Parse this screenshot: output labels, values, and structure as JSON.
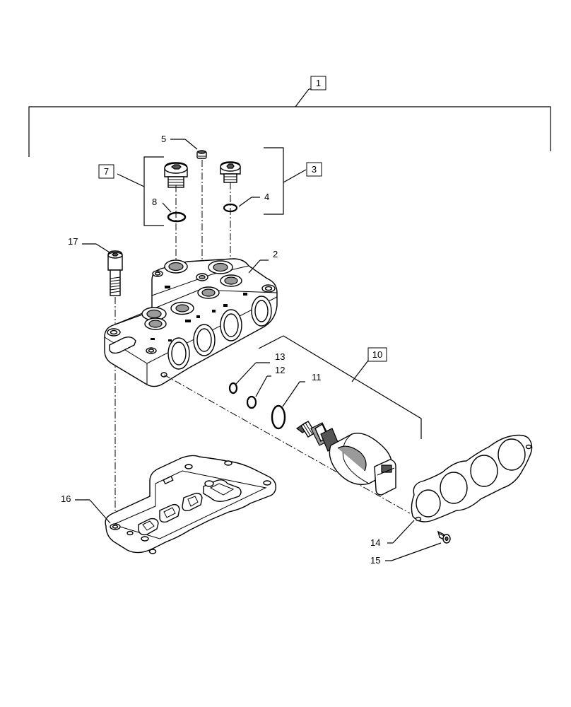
{
  "labels": {
    "l1": "1",
    "l2": "2",
    "l3": "3",
    "l4": "4",
    "l5": "5",
    "l7": "7",
    "l8": "8",
    "l10": "10",
    "l11": "11",
    "l12": "12",
    "l13": "13",
    "l14": "14",
    "l15": "15",
    "l16": "16",
    "l17": "17"
  }
}
